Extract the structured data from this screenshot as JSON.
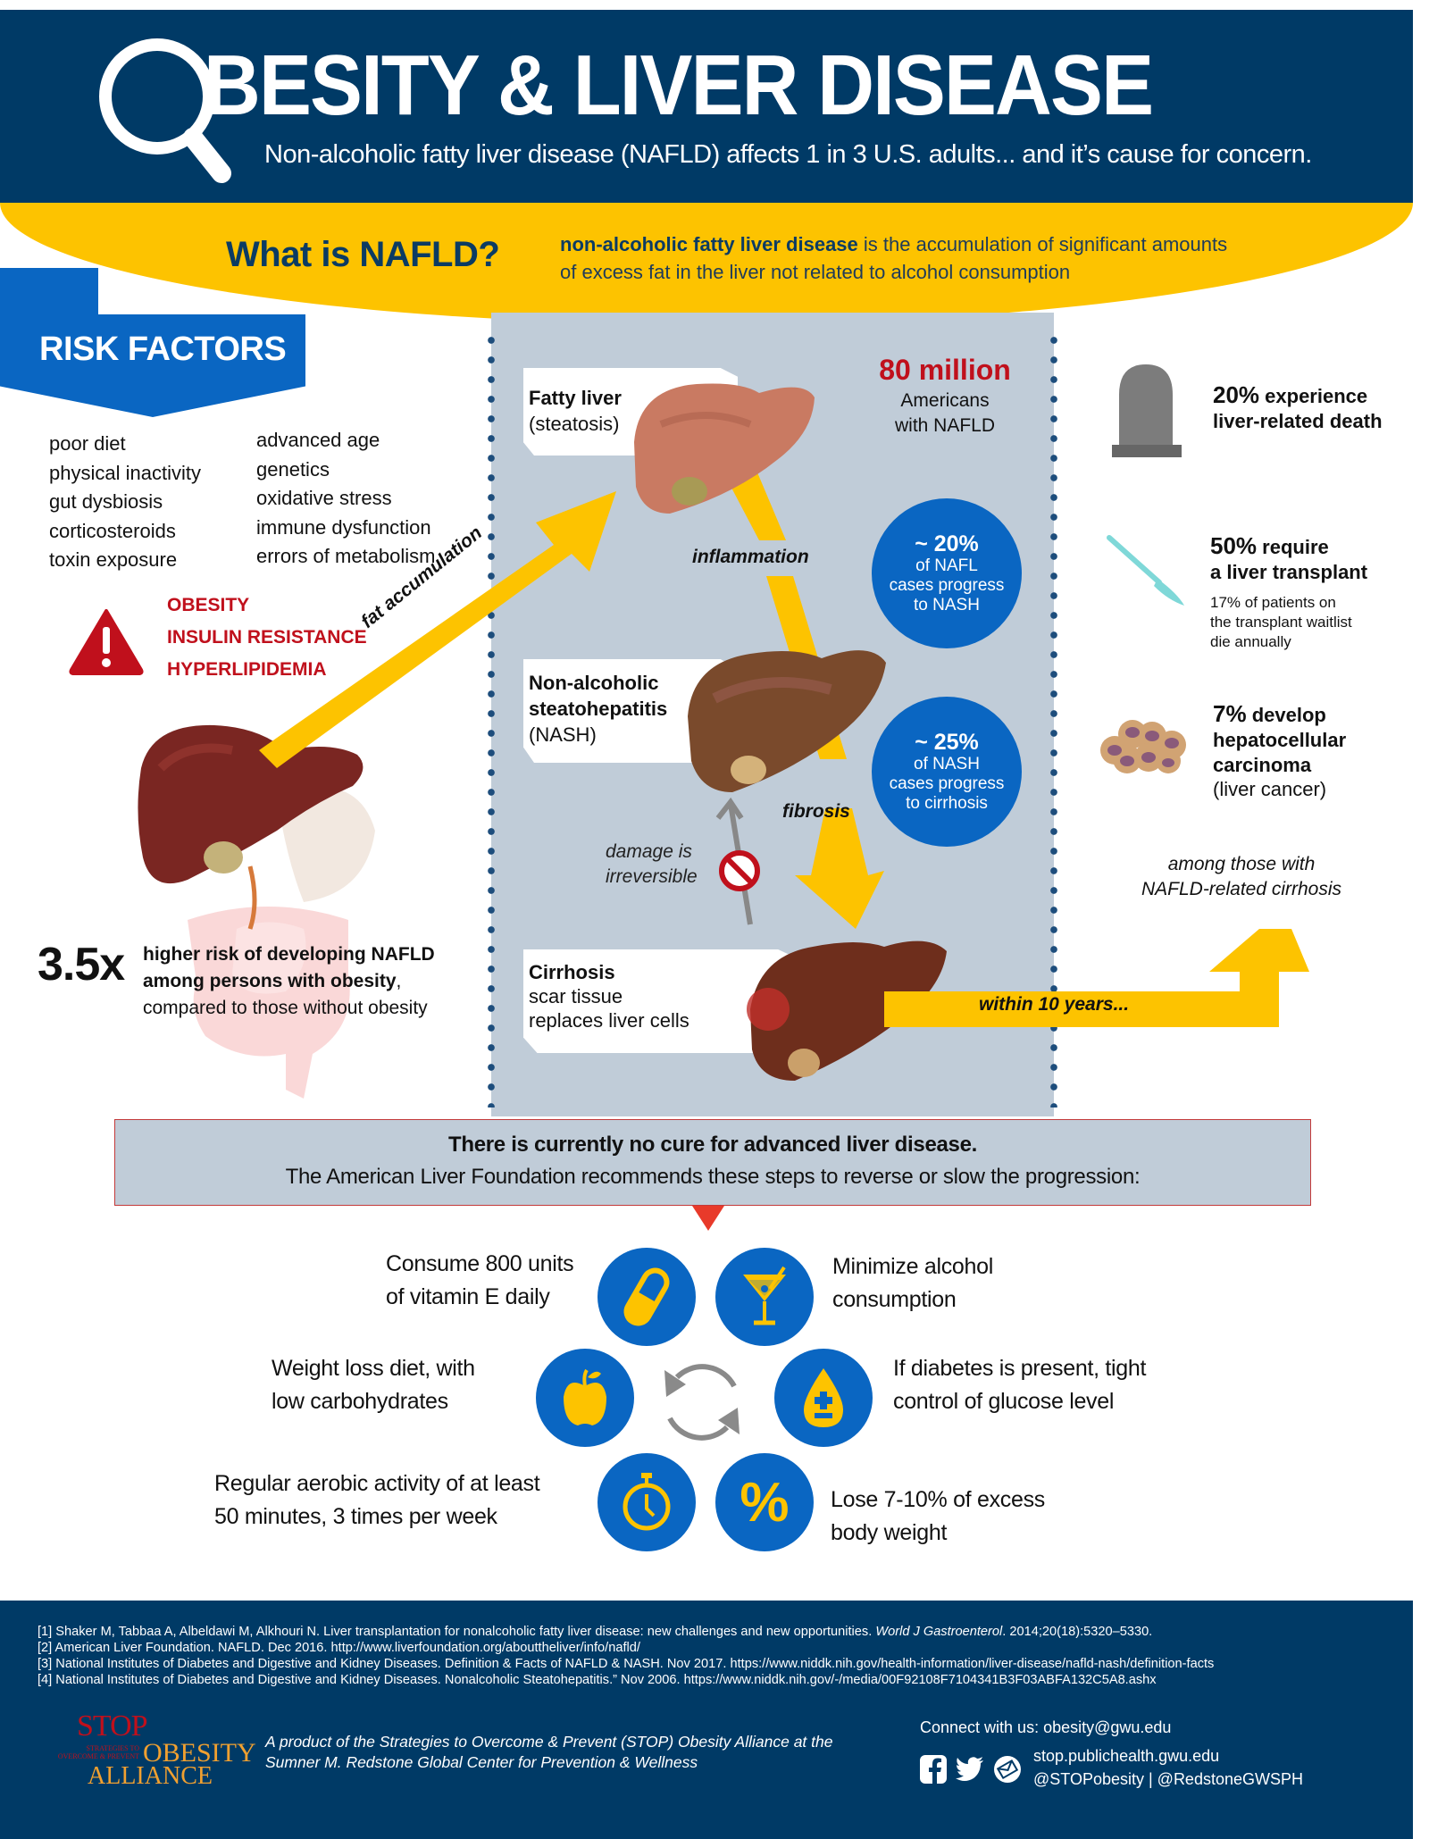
{
  "header": {
    "title": "BESITY & LIVER DISEASE",
    "title_icon": "magnifier-icon",
    "subtitle": "Non-alcoholic fatty liver disease (NAFLD) affects 1 in 3 U.S. adults... and it’s cause for concern."
  },
  "definition": {
    "question": "What is NAFLD?",
    "term": "non-alcoholic fatty liver disease",
    "text": " is the accumulation of significant amounts of excess fat in the liver not related to alcohol consumption"
  },
  "risk_factors": {
    "title": "RISK FACTORS",
    "column1": [
      "poor diet",
      "physical inactivity",
      "gut dysbiosis",
      "corticosteroids",
      "toxin exposure"
    ],
    "column2": [
      "advanced age",
      "genetics",
      "oxidative stress",
      "immune dysfunction",
      "errors of metabolism"
    ],
    "major": [
      "OBESITY",
      "INSULIN RESISTANCE",
      "HYPERLIPIDEMIA"
    ],
    "major_icon": "warning-triangle-icon"
  },
  "progression": {
    "arrow_label": "fat accumulation",
    "stages": [
      {
        "title": "Fatty liver",
        "subtitle": "(steatosis)"
      },
      {
        "title_line1": "Non-alcoholic",
        "title_line2": "steatohepatitis",
        "subtitle": "(NASH)"
      },
      {
        "title": "Cirrhosis",
        "line1": "scar tissue",
        "line2": "replaces liver cells"
      }
    ],
    "transitions": [
      "inflammation",
      "fibrosis"
    ],
    "irreversible_line1": "damage is",
    "irreversible_line2": "irreversible",
    "stat_80m": {
      "number": "80 million",
      "line1": "Americans",
      "line2": "with NAFLD"
    },
    "bubbles": [
      {
        "big": "~ 20%",
        "line1": "of NAFL",
        "line2": "cases progress",
        "line3": "to NASH"
      },
      {
        "big": "~ 25%",
        "line1": "of NASH",
        "line2": "cases progress",
        "line3": "to cirrhosis"
      }
    ],
    "within_label": "within 10 years..."
  },
  "outcomes": [
    {
      "pct": "20%",
      "rest": " experience",
      "line2": "liver-related death",
      "icon": "tombstone-icon"
    },
    {
      "pct": "50%",
      "rest": " require",
      "line2": "a liver transplant",
      "sub": [
        "17% of patients on",
        "the transplant waitlist",
        "die annually"
      ],
      "icon": "scalpel-icon"
    },
    {
      "pct": "7%",
      "rest": " develop",
      "line2": "hepatocellular",
      "line3": "carcinoma",
      "line4": "(liver cancer)",
      "icon": "cancer-cells-icon"
    }
  ],
  "outcomes_note": {
    "line1": "among those with",
    "line2": "NAFLD-related cirrhosis"
  },
  "obesity_risk": {
    "multiplier": "3.5x",
    "line1": "higher risk of developing NAFLD",
    "line2": "among persons with obesity",
    "line2_end": ",",
    "line3": "compared to those without obesity"
  },
  "no_cure": {
    "line1": "There is currently no cure for advanced liver disease.",
    "line2": "The American Liver Foundation recommends these steps to reverse  or slow the progression:"
  },
  "recommendations": [
    {
      "icon": "pill-icon",
      "line1": "Consume 800 units",
      "line2": "of vitamin E daily"
    },
    {
      "icon": "cocktail-icon",
      "line1": "Minimize alcohol",
      "line2": "consumption"
    },
    {
      "icon": "apple-icon",
      "line1": "Weight loss diet, with",
      "line2": "low carbohydrates"
    },
    {
      "icon": "glucose-drop-icon",
      "line1": "If diabetes is present, tight",
      "line2": "control of glucose level"
    },
    {
      "icon": "stopwatch-icon",
      "line1": "Regular aerobic activity of at least",
      "line2": "50 minutes, 3 times per week"
    },
    {
      "icon": "percent-icon",
      "line1": "Lose 7-10% of excess",
      "line2": "body weight"
    }
  ],
  "references": [
    {
      "text": "[1] Shaker M, Tabbaa A, Albeldawi M, Alkhouri N. Liver transplantation for nonalcoholic fatty liver disease: new challenges and new opportunities. ",
      "journal": "World J Gastroenterol",
      "tail": ". 2014;20(18):5320–5330."
    },
    {
      "text": "[2] American Liver Foundation. NAFLD. Dec 2016. http://www.liverfoundation.org/abouttheliver/info/nafld/"
    },
    {
      "text": "[3] National Institutes of Diabetes and Digestive and Kidney Diseases. Definition & Facts of NAFLD & NASH. Nov 2017. https://www.niddk.nih.gov/health-information/liver-disease/nafld-nash/definition-facts"
    },
    {
      "text": "[4] National Institutes of Diabetes and Digestive and Kidney Diseases. Nonalcoholic Steatohepatitis.” Nov 2006. https://www.niddk.nih.gov/-/media/00F92108F7104341B3F03ABFA132C5A8.ashx"
    }
  ],
  "footer": {
    "logo": {
      "stop": "STOP",
      "small_line1": "STRATEGIES TO",
      "small_line2": "OVERCOME & PREVENT",
      "obesity": "OBESITY",
      "alliance": "ALLIANCE"
    },
    "product_line1": "A product of the Strategies to Overcome & Prevent (STOP) Obesity Alliance  at the",
    "product_line2": "Sumner M. Redstone Global Center for Prevention & Wellness",
    "connect": "Connect with us: obesity@gwu.edu",
    "website": "stop.publichealth.gwu.edu",
    "handles": "@STOPobesity | @RedstoneGWSPH",
    "social_icons": [
      "facebook-icon",
      "twitter-icon",
      "email-icon"
    ]
  },
  "colors": {
    "navy": "#003a66",
    "yellow": "#fdc300",
    "blue": "#0a66c2",
    "red": "#c0101c",
    "panel": "#c0ccd8"
  }
}
